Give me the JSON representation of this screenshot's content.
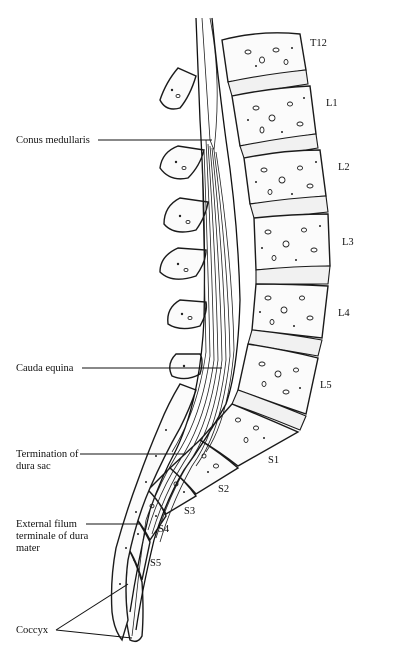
{
  "vertebra_labels": [
    "T12",
    "L1",
    "L2",
    "L3",
    "L4",
    "L5",
    "S1",
    "S2",
    "S3",
    "S4",
    "S5"
  ],
  "annotations": {
    "conus": "Conus medullaris",
    "cauda": "Cauda equina",
    "termination_line1": "Termination of",
    "termination_line2": "dura sac",
    "filum_line1": "External filum",
    "filum_line2": "terminale of dura",
    "filum_line3": "mater",
    "coccyx": "Coccyx"
  }
}
